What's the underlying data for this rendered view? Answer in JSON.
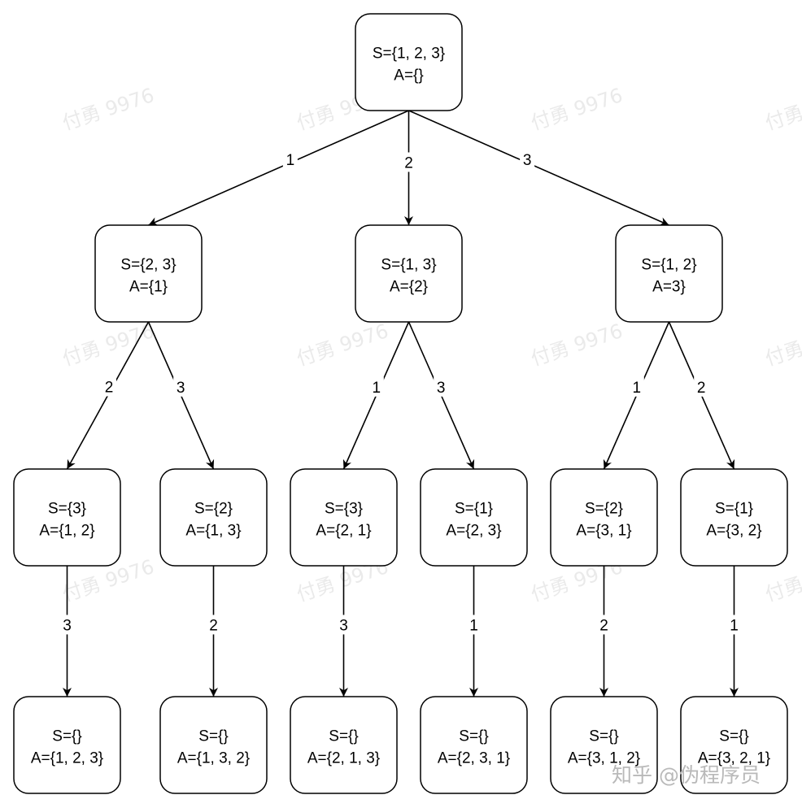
{
  "watermark": {
    "text": "付勇 9976"
  },
  "corner_watermark": {
    "text": "知乎 @伪程序员"
  },
  "nodes": [
    {
      "id": "root",
      "s": "S={1, 2, 3}",
      "a": "A={}"
    },
    {
      "id": "n1",
      "s": "S={2, 3}",
      "a": "A={1}"
    },
    {
      "id": "n2",
      "s": "S={1, 3}",
      "a": "A={2}"
    },
    {
      "id": "n3",
      "s": "S={1, 2}",
      "a": "A=3}"
    },
    {
      "id": "n12",
      "s": "S={3}",
      "a": "A={1, 2}"
    },
    {
      "id": "n13",
      "s": "S={2}",
      "a": "A={1, 3}"
    },
    {
      "id": "n21",
      "s": "S={3}",
      "a": "A={2, 1}"
    },
    {
      "id": "n23",
      "s": "S={1}",
      "a": "A={2, 3}"
    },
    {
      "id": "n31",
      "s": "S={2}",
      "a": "A={3, 1}"
    },
    {
      "id": "n32",
      "s": "S={1}",
      "a": "A={3, 2}"
    },
    {
      "id": "n123",
      "s": "S={}",
      "a": "A={1, 2, 3}"
    },
    {
      "id": "n132",
      "s": "S={}",
      "a": "A={1, 3, 2}"
    },
    {
      "id": "n213",
      "s": "S={}",
      "a": "A={2, 1, 3}"
    },
    {
      "id": "n231",
      "s": "S={}",
      "a": "A={2, 3, 1}"
    },
    {
      "id": "n312",
      "s": "S={}",
      "a": "A={3, 1, 2}"
    },
    {
      "id": "n321",
      "s": "S={}",
      "a": "A={3, 2, 1}"
    }
  ],
  "edges": [
    {
      "from": "root",
      "to": "n1",
      "label": "1"
    },
    {
      "from": "root",
      "to": "n2",
      "label": "2"
    },
    {
      "from": "root",
      "to": "n3",
      "label": "3"
    },
    {
      "from": "n1",
      "to": "n12",
      "label": "2"
    },
    {
      "from": "n1",
      "to": "n13",
      "label": "3"
    },
    {
      "from": "n2",
      "to": "n21",
      "label": "1"
    },
    {
      "from": "n2",
      "to": "n23",
      "label": "3"
    },
    {
      "from": "n3",
      "to": "n31",
      "label": "1"
    },
    {
      "from": "n3",
      "to": "n32",
      "label": "2"
    },
    {
      "from": "n12",
      "to": "n123",
      "label": "3"
    },
    {
      "from": "n13",
      "to": "n132",
      "label": "2"
    },
    {
      "from": "n21",
      "to": "n213",
      "label": "3"
    },
    {
      "from": "n23",
      "to": "n231",
      "label": "1"
    },
    {
      "from": "n31",
      "to": "n312",
      "label": "2"
    },
    {
      "from": "n32",
      "to": "n321",
      "label": "1"
    }
  ]
}
